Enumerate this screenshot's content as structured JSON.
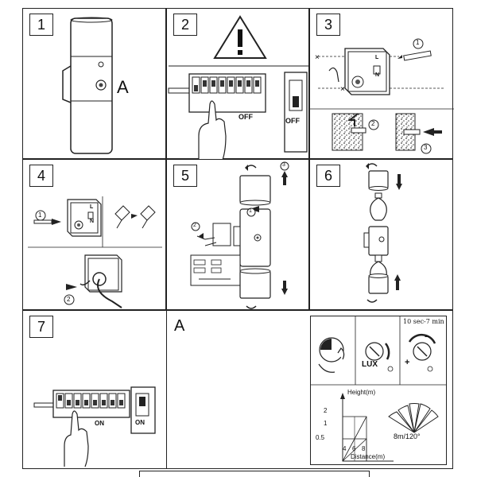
{
  "steps": [
    {
      "number": "1",
      "label": "A"
    },
    {
      "number": "2",
      "breaker_label": "OFF",
      "switch_label": "OFF"
    },
    {
      "number": "3",
      "markers": [
        "1",
        "2",
        "3"
      ],
      "box_letters": [
        "L",
        "N"
      ]
    },
    {
      "number": "4",
      "markers": [
        "1",
        "2"
      ],
      "box_letters": [
        "L",
        "N"
      ]
    },
    {
      "number": "5",
      "markers": [
        "1",
        "2",
        "3"
      ]
    },
    {
      "number": "6"
    },
    {
      "number": "7",
      "breaker_label": "ON",
      "switch_label": "ON"
    }
  ],
  "sensor_panel": {
    "label": "A",
    "lux_label": "LUX",
    "time_label": "10 sec-7 min",
    "plus": "+",
    "minus": "−",
    "chart": {
      "y_title": "Height(m)",
      "x_title": "Distance(m)",
      "y_ticks": [
        "2",
        "1",
        "0.5"
      ],
      "x_ticks": [
        "4",
        "6",
        "8"
      ],
      "range_label": "8m/120°"
    }
  }
}
